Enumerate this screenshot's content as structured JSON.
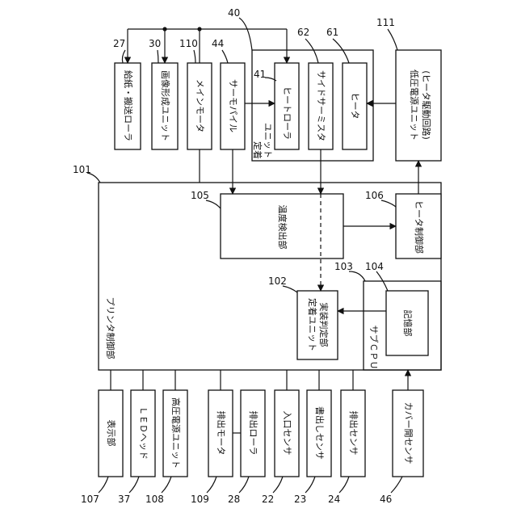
{
  "labels": {
    "feed_roller": "給紙・搬送ローラ",
    "image_unit": "画像形成ユニット",
    "main_motor": "メインモータ",
    "thermopile": "サーモパイル",
    "fuser_unit_line1": "定着",
    "fuser_unit_line2": "ユニット",
    "heat_roller": "ヒートローラ",
    "side_thermistor": "サイドサーミスタ",
    "heater": "ヒータ",
    "lv_power_line1": "低圧電源ユニット",
    "lv_power_line2": "(ヒータ駆動回路)",
    "printer_control": "プリンタ制御部",
    "temp_detect": "温度検出部",
    "heater_control": "ヒータ制御部",
    "fuser_judge_line1": "定着ユニット",
    "fuser_judge_line2": "実装判定部",
    "sub_cpu": "サブＣＰＵ",
    "storage": "記憶部",
    "display": "表示部",
    "led_head": "ＬＥＤヘッド",
    "hv_power": "高圧電源ユニット",
    "eject_motor": "排出モータ",
    "eject_roller": "排出ローラ",
    "entry_sensor": "入口センサ",
    "writeout_sensor": "書出しセンサ",
    "eject_sensor": "排出センサ",
    "cover_sensor": "カバー開センサ"
  },
  "refs": {
    "r27": "27",
    "r30": "30",
    "r110": "110",
    "r44": "44",
    "r40": "40",
    "r62": "62",
    "r61": "61",
    "r41": "41",
    "r111": "111",
    "r101": "101",
    "r105": "105",
    "r106": "106",
    "r103": "103",
    "r104": "104",
    "r102": "102",
    "r107": "107",
    "r37": "37",
    "r108": "108",
    "r109": "109",
    "r28": "28",
    "r22": "22",
    "r23": "23",
    "r24": "24",
    "r46": "46"
  }
}
